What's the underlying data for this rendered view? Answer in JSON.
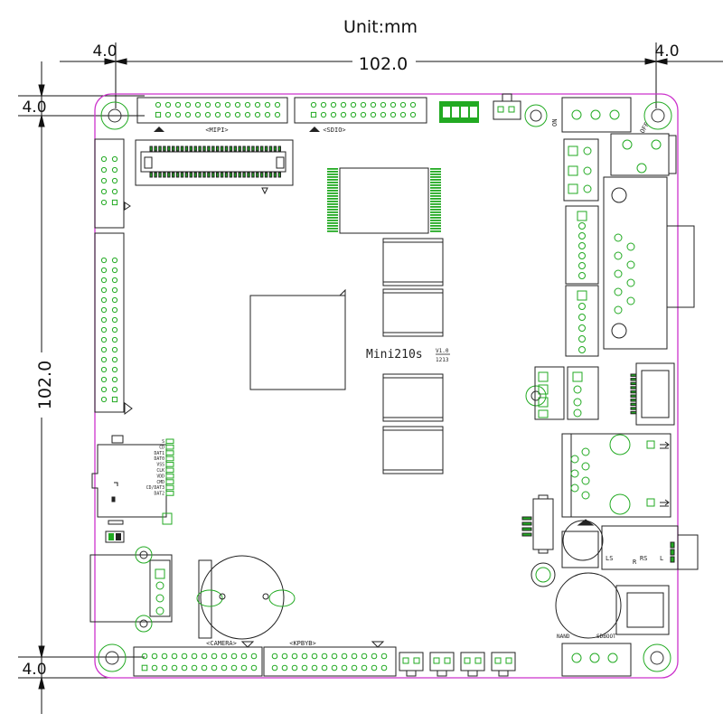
{
  "drawing": {
    "unit_label": "Unit:mm",
    "board_label": "Mini210s",
    "version_label": "V1.0",
    "date_label": "1213"
  },
  "dimensions": {
    "width": "102.0",
    "height": "102.0",
    "hole_offset_left": "4.0",
    "hole_offset_right": "4.0",
    "hole_offset_top": "4.0",
    "hole_offset_bottom": "4.0"
  },
  "connectors": {
    "mipi": "<MIPI>",
    "sdio": "<SDIO>",
    "camera": "<CAMERA>",
    "kpbyb": "<KPBYB>",
    "nand": "NAND",
    "sdboot": "SDBOOT",
    "on": "ON",
    "off": "OFF"
  },
  "sd_pins": [
    "S",
    "CD",
    "DAT1",
    "DAT0",
    "VSS",
    "CLK",
    "VDD",
    "CMD",
    "CD/DAT3",
    "DAT2"
  ],
  "switch_labels": {
    "ls": "LS",
    "rs": "RS",
    "l": "L",
    "r": "R"
  },
  "colors": {
    "outline": "#cc33cc",
    "pad": "#22aa22",
    "part": "#222222"
  }
}
